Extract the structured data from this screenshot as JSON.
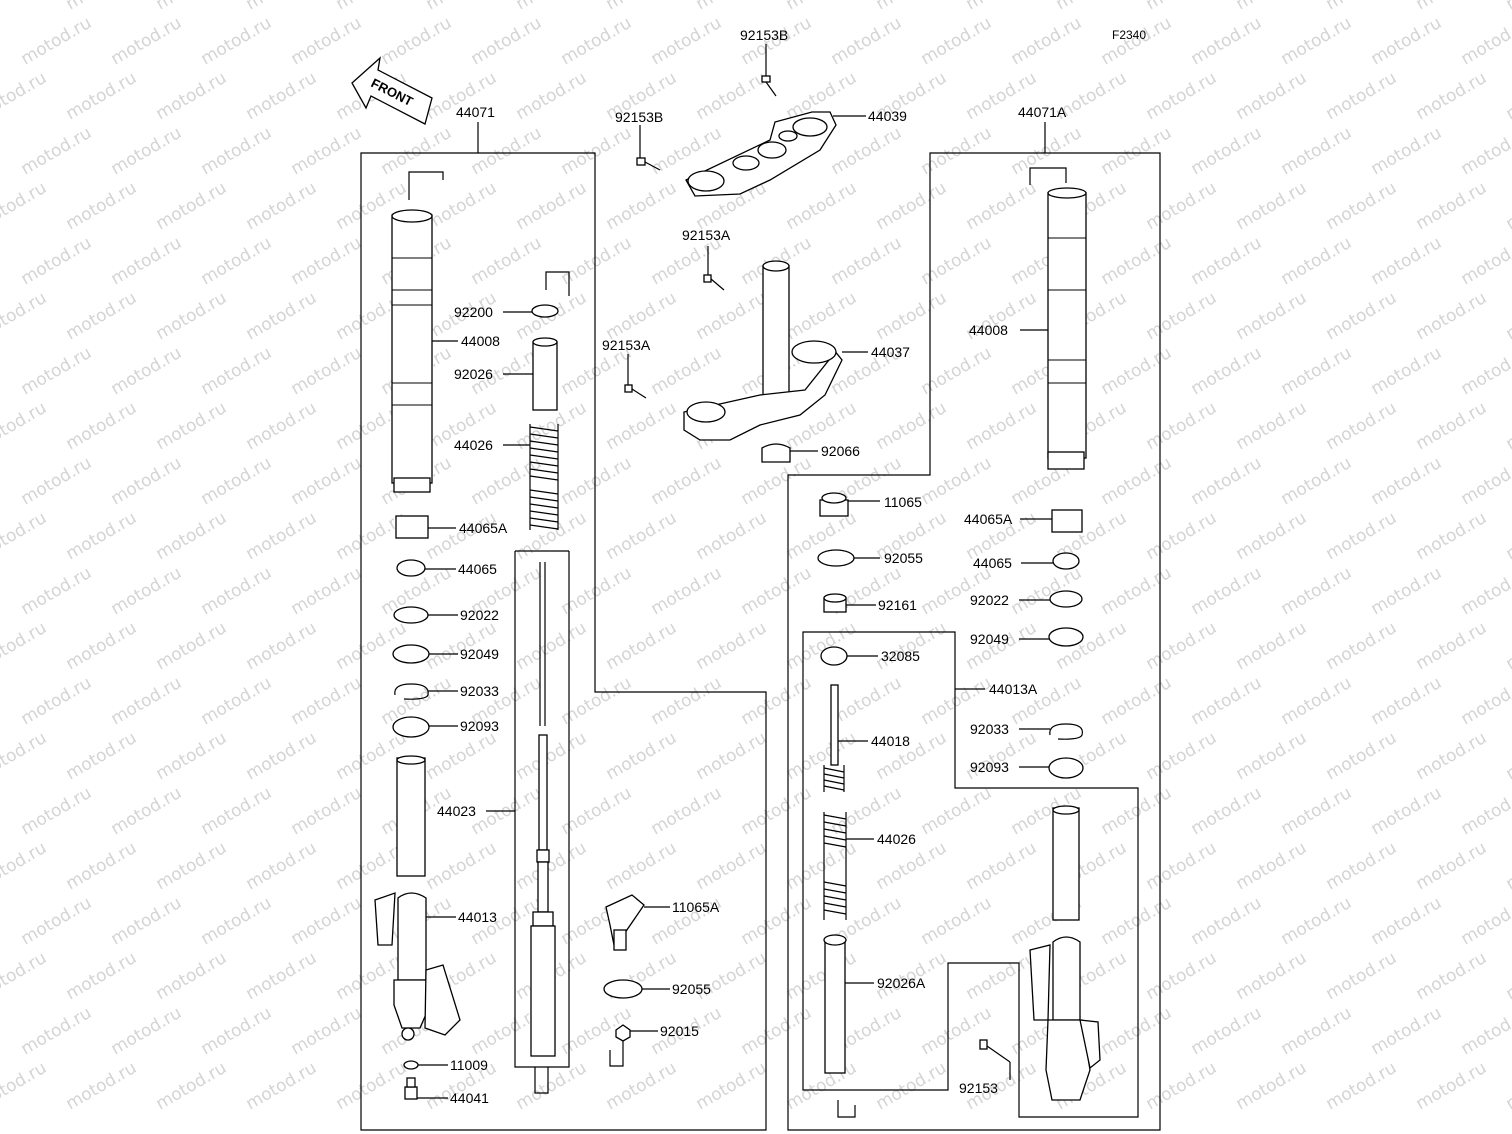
{
  "diagram_code": "F2340",
  "front_label": "FRONT",
  "watermark": "motod.ru",
  "parts": {
    "p92153B_top": "92153B",
    "p92153B_left": "92153B",
    "p44039": "44039",
    "p44071": "44071",
    "p44071A": "44071A",
    "p92153A_top": "92153A",
    "p92153A_left": "92153A",
    "p44037": "44037",
    "p92066": "92066",
    "p92200": "92200",
    "p44008_l": "44008",
    "p92026": "92026",
    "p44026_l": "44026",
    "p44065A_l": "44065A",
    "p44065_l": "44065",
    "p92022_l": "92022",
    "p92049_l": "92049",
    "p92033_l": "92033",
    "p92093_l": "92093",
    "p44023": "44023",
    "p44013": "44013",
    "p11065A": "11065A",
    "p92055_l": "92055",
    "p92015": "92015",
    "p11009": "11009",
    "p44041": "44041",
    "p44008_r": "44008",
    "p11065": "11065",
    "p92055_r": "92055",
    "p92161": "92161",
    "p44065A_r": "44065A",
    "p44065_r": "44065",
    "p92022_r": "92022",
    "p92049_r": "92049",
    "p32085": "32085",
    "p44013A": "44013A",
    "p44018": "44018",
    "p92033_r": "92033",
    "p92093_r": "92093",
    "p44026_r": "44026",
    "p92026A": "92026A",
    "p92153": "92153"
  }
}
